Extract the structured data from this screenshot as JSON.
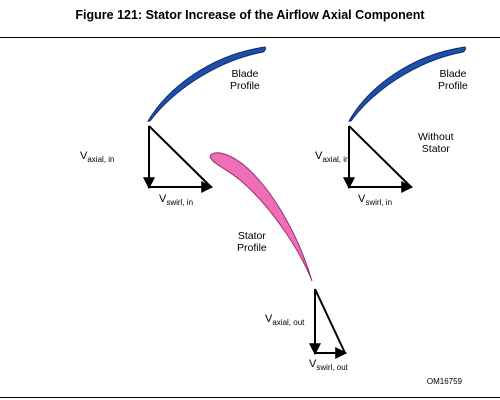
{
  "figure": {
    "title": "Figure 121: Stator Increase of the Airflow Axial Component",
    "code": "OM16759"
  },
  "labels": {
    "blade_profile_left": [
      "Blade",
      "Profile"
    ],
    "blade_profile_right": [
      "Blade",
      "Profile"
    ],
    "without_stator": [
      "Without",
      "Stator"
    ],
    "stator_profile": [
      "Stator",
      "Profile"
    ],
    "v_letter": "V",
    "axial_in_sub": "axial, in",
    "swirl_in_sub": "swirl, in",
    "axial_out_sub": "axial, out",
    "swirl_out_sub": "swirl, out"
  },
  "colors": {
    "blade": "#1f4fa8",
    "blade_edge": "#0a2a6e",
    "stator": "#ee6fb8",
    "stator_edge": "#9c2c6e",
    "lines": "#000000"
  }
}
